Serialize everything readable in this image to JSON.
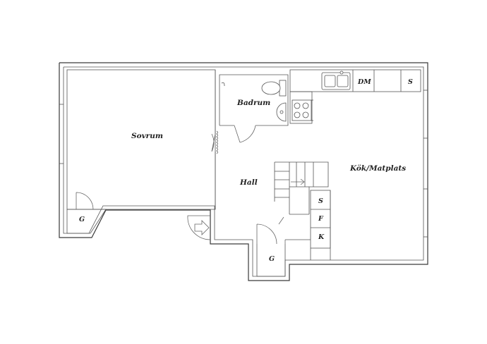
{
  "rooms": {
    "sovrum": "Sovrum",
    "badrum": "Badrum",
    "hall": "Hall",
    "kok": "Kök/Matplats",
    "garderob_left": "G",
    "garderob_bottom": "G"
  },
  "appliances": {
    "dishwasher": "DM",
    "cabinet_top": "S",
    "cabinet_1": "S",
    "fridge": "F",
    "freezer": "K"
  },
  "icons": [
    "entrance-arrow-icon",
    "sink-icon",
    "stove-icon",
    "toilet-icon",
    "washbasin-icon",
    "stairs-icon",
    "radiator-icon"
  ],
  "colors": {
    "lines": "#3a3a3a",
    "background": "#ffffff"
  }
}
